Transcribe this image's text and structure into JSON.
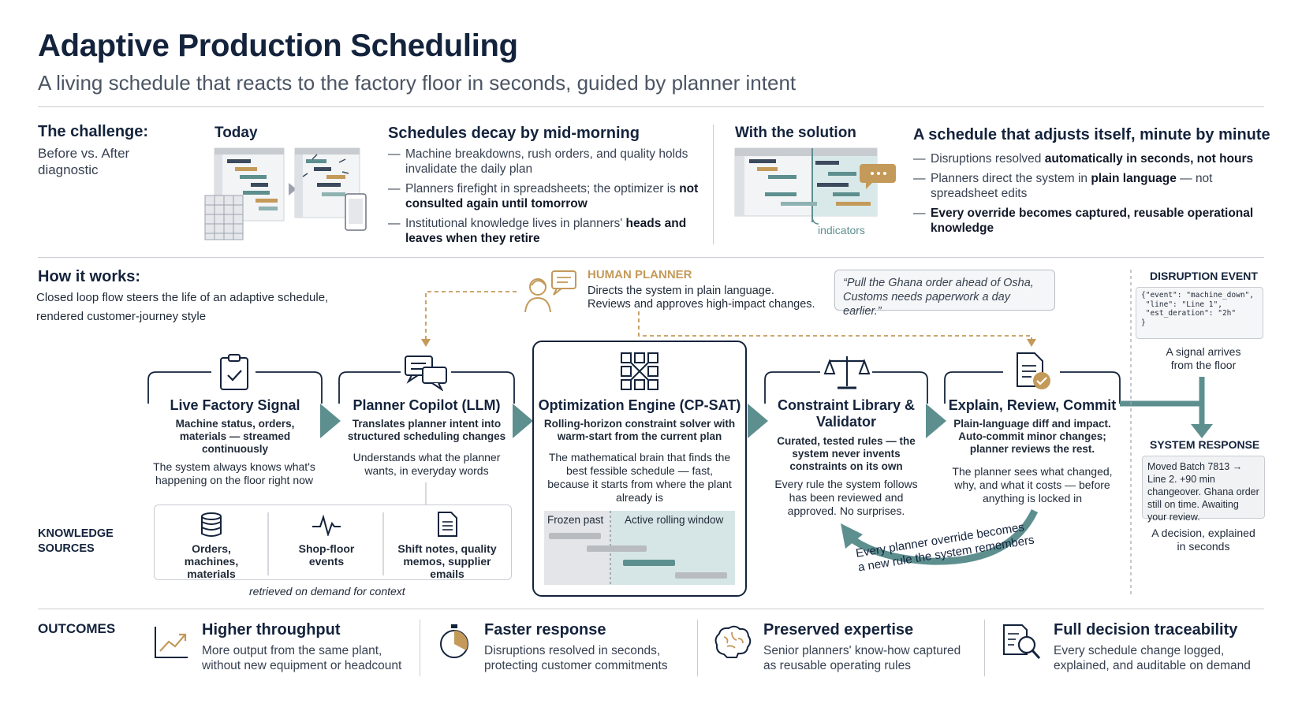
{
  "header": {
    "title": "Adaptive Production Scheduling",
    "subtitle": "A living schedule that reacts to the factory floor in seconds, guided by planner intent"
  },
  "challenge": {
    "heading": "The challenge:",
    "subheading": "Before vs. After diagnostic",
    "today_label": "Today",
    "decay_heading": "Schedules decay by mid-morning",
    "decay_bullets": [
      {
        "text": "Machine breakdowns, rush orders, and quality holds invalidate the daily plan",
        "bold": ""
      },
      {
        "text": "Planners firefight in spreadsheets; the optimizer is ",
        "bold": "not consulted again until tomorrow"
      },
      {
        "text": "Institutional knowledge lives in planners' ",
        "bold": "heads and leaves when they retire"
      }
    ],
    "solution_label": "With the solution",
    "indicators_label": "indicators",
    "adjusts_heading": "A schedule that adjusts itself, minute by minute",
    "adjusts_bullets": [
      {
        "pre": "Disruptions resolved ",
        "bold": "automatically in seconds, not hours",
        "post": ""
      },
      {
        "pre": "Planners direct the system in ",
        "bold": "plain language",
        "post": " — not spreadsheet edits"
      },
      {
        "pre": "",
        "bold": "Every override becomes captured, reusable operational knowledge",
        "post": ""
      }
    ]
  },
  "how": {
    "heading": "How it works:",
    "subheading_line1": "Closed loop flow steers the life of an adaptive schedule,",
    "subheading_line2": "rendered customer-journey style",
    "human_planner_title": "HUMAN PLANNER",
    "human_planner_line1": "Directs the system in plain language.",
    "human_planner_line2": "Reviews and approves high-impact changes.",
    "quote_line1": "“Pull the Ghana order ahead of Osha,",
    "quote_line2": "Customs needs paperwork a day earlier.”"
  },
  "stages": [
    {
      "title": "Live Factory Signal",
      "bold": "Machine status, orders, materials — streamed continuously",
      "text": "The system always knows what's happening on the floor right now"
    },
    {
      "title": "Planner Copilot (LLM)",
      "bold": "Translates planner intent into structured scheduling changes",
      "text": "Understands what the planner wants, in everyday words"
    },
    {
      "title": "Optimization Engine (CP-SAT)",
      "bold": "Rolling-horizon constraint solver with warm-start from the current plan",
      "text": "The mathematical brain that finds the best fessible schedule — fast, because it starts from where the plant already is"
    },
    {
      "title": "Constraint Library & Validator",
      "bold": "Curated, tested rules — the system never invents constraints on its own",
      "text": "Every rule the system follows has been reviewed and approved. No surprises."
    },
    {
      "title": "Explain, Review, Commit",
      "bold": "Plain-language diff and impact. Auto-commit minor changes; planner reviews the rest.",
      "text": "The planner sees what changed, why, and what it costs — before anything is locked in"
    }
  ],
  "engine_window": {
    "frozen_label": "Frozen past",
    "active_label": "Active rolling window"
  },
  "loop_label_line1": "Every planner override becomes",
  "loop_label_line2": "a new rule the system remembers",
  "knowledge": {
    "heading_line1": "KNOWLEDGE",
    "heading_line2": "SOURCES",
    "items": [
      {
        "label": "Orders, machines, materials",
        "icon": "database-icon"
      },
      {
        "label": "Shop-floor events",
        "icon": "pulse-icon"
      },
      {
        "label": "Shift notes, quality memos, supplier emails",
        "icon": "document-icon"
      }
    ],
    "footnote": "retrieved on demand for context"
  },
  "disruption": {
    "heading": "DISRUPTION EVENT",
    "code": "{\"event\": \"machine_down\",\n \"line\": \"Line 1\",\n \"est_deration\": \"2h\"\n}",
    "caption_line1": "A signal arrives",
    "caption_line2": "from the floor"
  },
  "system_response": {
    "heading": "SYSTEM RESPONSE",
    "text": "Moved Batch 7813 → Line 2. +90 min changeover. Ghana order still on time. Awaiting your review.",
    "caption_line1": "A decision, explained",
    "caption_line2": "in seconds"
  },
  "outcomes": {
    "heading": "OUTCOMES",
    "items": [
      {
        "title": "Higher throughput",
        "text": "More output from the same plant, without new equipment or headcount",
        "icon": "trend-up-icon"
      },
      {
        "title": "Faster response",
        "text": "Disruptions resolved in seconds, protecting customer commitments",
        "icon": "stopwatch-icon"
      },
      {
        "title": "Preserved expertise",
        "text": "Senior planners' know-how captured as reusable operating rules",
        "icon": "brain-icon"
      },
      {
        "title": "Full decision traceability",
        "text": "Every schedule change logged, explained, and auditable on demand",
        "icon": "magnifier-document-icon"
      }
    ]
  },
  "colors": {
    "navy": "#14233c",
    "teal": "#5e8f8f",
    "gold": "#c49a5a",
    "grey": "#9ca3af"
  }
}
